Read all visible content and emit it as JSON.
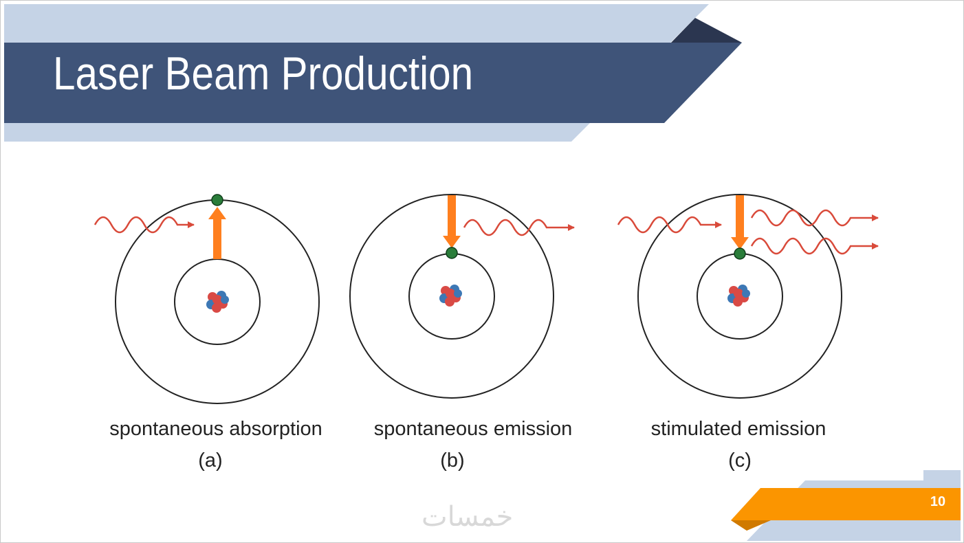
{
  "slide": {
    "title": "Laser Beam Production",
    "page_number": "10",
    "watermark": "خمسات"
  },
  "panels": [
    {
      "id": "a",
      "caption": "spontaneous absorption",
      "letter": "(a)"
    },
    {
      "id": "b",
      "caption": "spontaneous emission",
      "letter": "(b)"
    },
    {
      "id": "c",
      "caption": "stimulated emission",
      "letter": "(c)"
    }
  ],
  "colors": {
    "title_band": "#3f5479",
    "light_band": "#c5d3e6",
    "dark_corner": "#2b3650",
    "orange": "#fb9500",
    "arrow_orange": "#ff7f1e",
    "wave_red": "#d94a3a",
    "electron_green": "#2a7d3a",
    "proton_red": "#d94a45",
    "neutron_blue": "#3d78b5"
  }
}
